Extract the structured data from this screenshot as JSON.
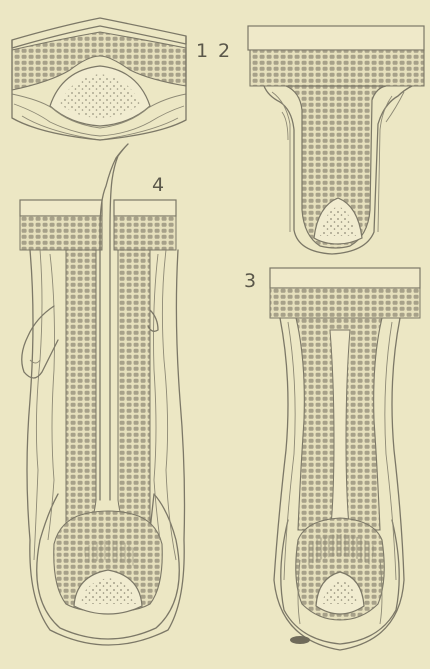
{
  "figure": {
    "stages": [
      {
        "label": "1"
      },
      {
        "label": "2"
      },
      {
        "label": "3"
      },
      {
        "label": "4"
      }
    ]
  }
}
